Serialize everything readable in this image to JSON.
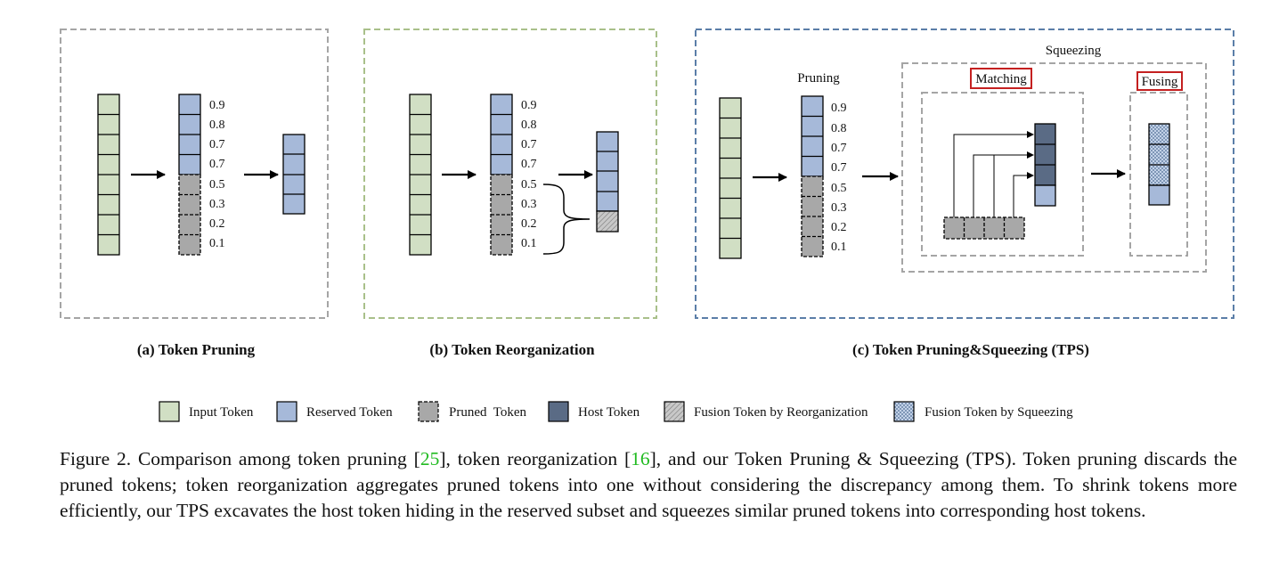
{
  "panels": {
    "a": {
      "caption": "(a) Token Pruning"
    },
    "b": {
      "caption": "(b) Token Reorganization"
    },
    "c": {
      "caption": "(c) Token Pruning&Squeezing (TPS)",
      "pruning_label": "Pruning",
      "squeezing_label": "Squeezing",
      "matching_label": "Matching",
      "fusing_label": "Fusing"
    }
  },
  "scores": [
    "0.9",
    "0.8",
    "0.7",
    "0.7",
    "0.5",
    "0.3",
    "0.2",
    "0.1"
  ],
  "legend": [
    {
      "label": "Input Token",
      "style": "input"
    },
    {
      "label": "Reserved Token",
      "style": "reserved"
    },
    {
      "label": "Pruned  Token",
      "style": "pruned"
    },
    {
      "label": "Host Token",
      "style": "host"
    },
    {
      "label": "Fusion Token by Reorganization",
      "style": "fusion-reorg"
    },
    {
      "label": "Fusion Token by Squeezing",
      "style": "fusion-squeeze"
    }
  ],
  "caption": {
    "prefix": "Figure 2. Comparison among token pruning [",
    "ref1": "25",
    "mid1": "], token reorganization [",
    "ref2": "16",
    "rest": "], and our Token Pruning & Squeezing (TPS). Token pruning discards the pruned tokens; token reorganization aggregates pruned tokens into one without considering the discrepancy among them. To shrink tokens more efficiently, our TPS excavates the host token hiding in the reserved subset and squeezes similar pruned tokens into corresponding host tokens."
  },
  "colors": {
    "input": "#d1dfc4",
    "reserved": "#a6b9d9",
    "pruned": "#a8a8a8",
    "host": "#5a6b85",
    "panel_a_border": "#a5a5a5",
    "panel_b_border": "#a9c08a",
    "panel_c_border": "#5b7ea8",
    "label_box_border": "#c42020"
  }
}
